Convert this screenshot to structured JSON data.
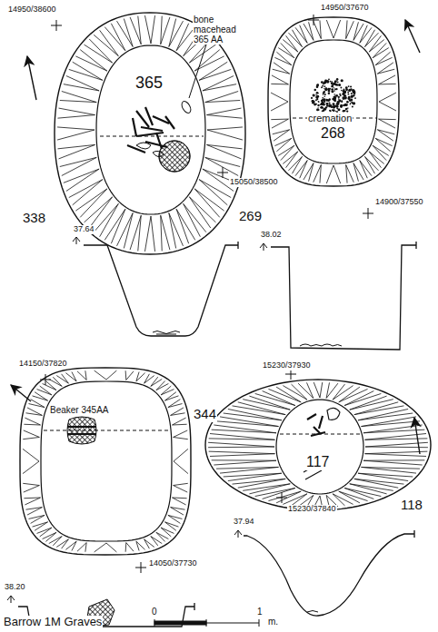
{
  "diagram": {
    "title": "Barrow 1M Graves",
    "labels": [
      "14950/38600",
      "bone macehead 365 AA",
      "365",
      "15050/38500",
      "338",
      "14950/37670",
      "cremation",
      "268",
      "269",
      "14900/37550",
      "37.64",
      "38.02",
      "14150/37820",
      "Beaker 345AA",
      "344",
      "15230/37930",
      "117",
      "118",
      "15230/37840",
      "37.94",
      "14050/37730",
      "38.20",
      "0",
      "1",
      "m."
    ]
  }
}
